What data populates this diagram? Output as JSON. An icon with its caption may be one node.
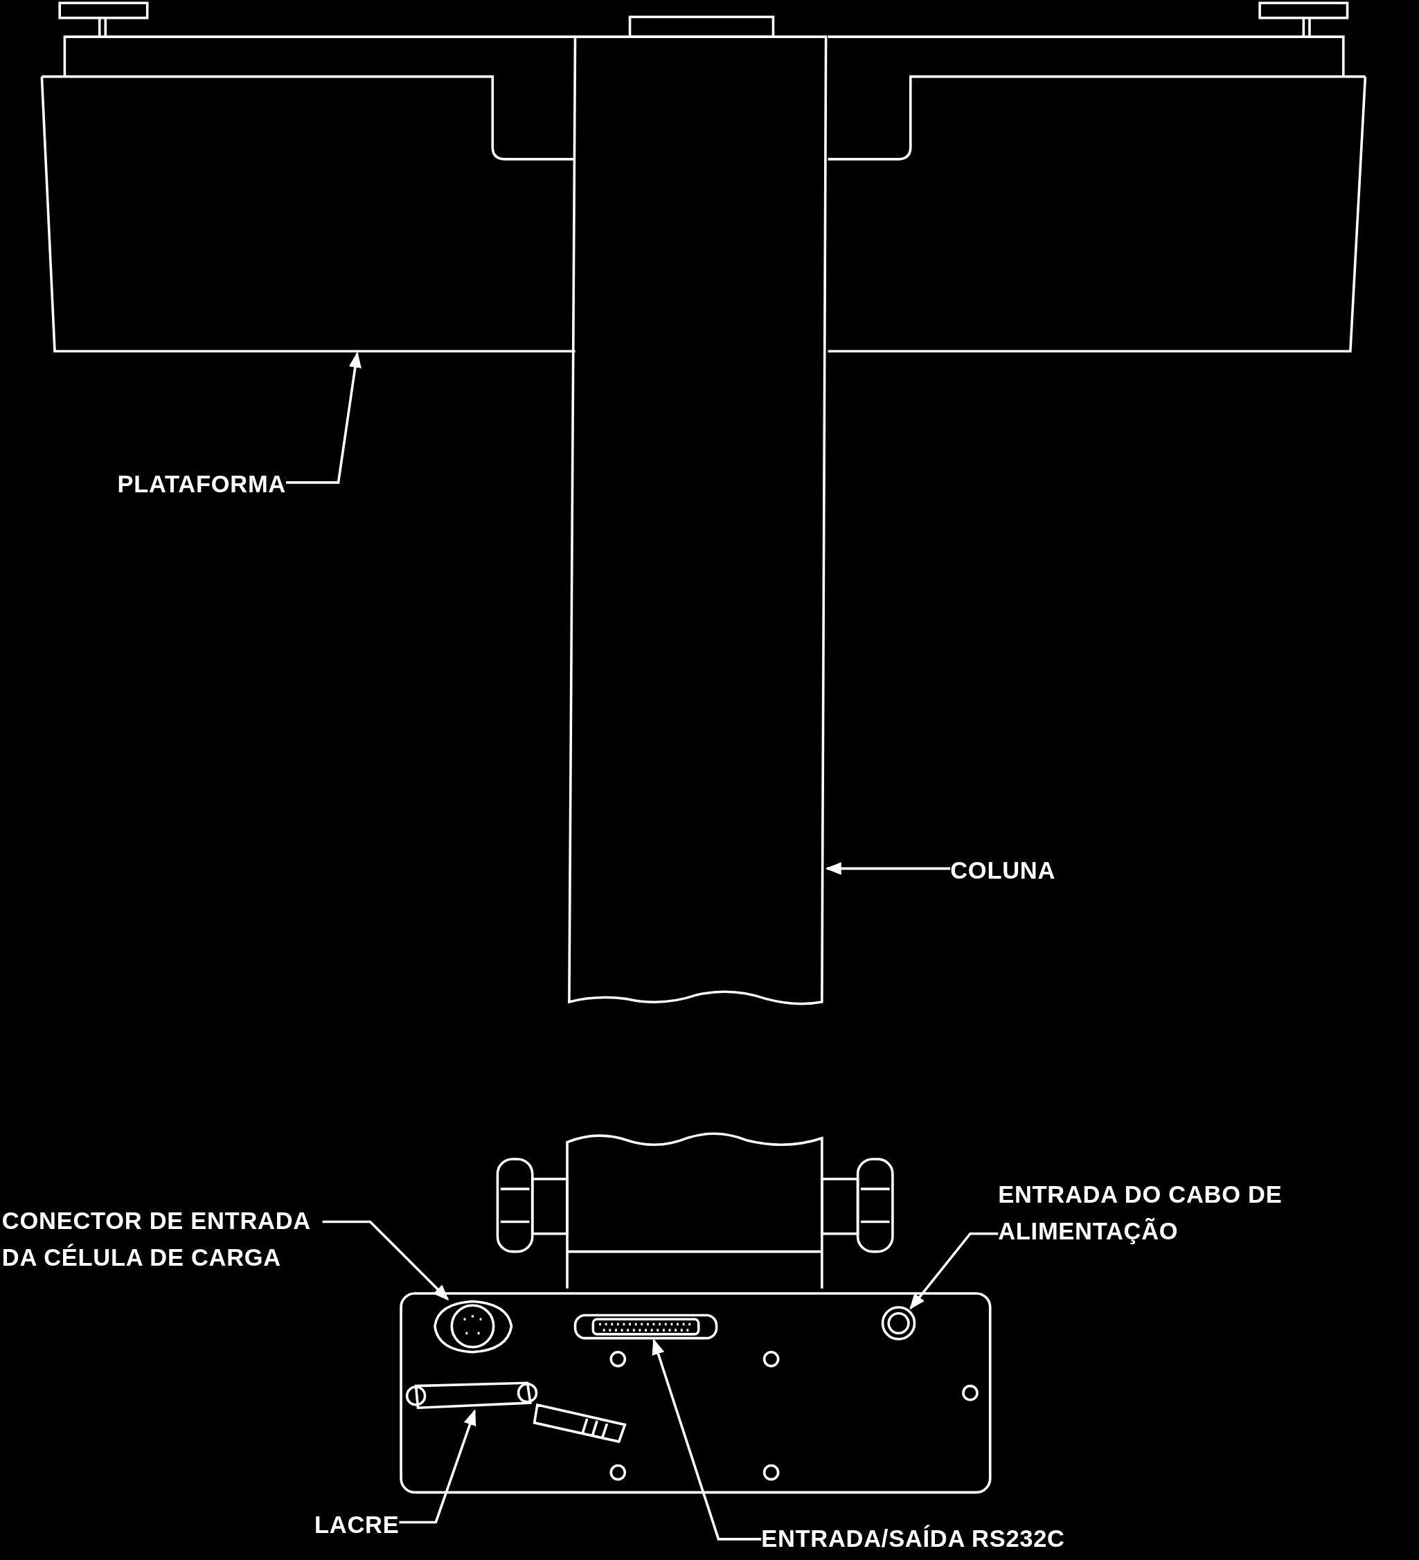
{
  "diagram": {
    "nodes": [
      {
        "text": [
          "PLATAFORMA"
        ]
      },
      {
        "text": [],
        "shape": "picture"
      },
      {
        "text": [
          "COLUNA"
        ]
      },
      {
        "text": [],
        "shape": "box"
      },
      {
        "text": [
          "CONECTOR DE ENTRADA DA CÉLULA DE CARGA"
        ]
      },
      {
        "text": [],
        "shape": "circle"
      },
      {
        "text": [
          "ENTRADA DO CABO DE ALIMENTAÇÃO"
        ]
      },
      {
        "text": [],
        "shape": "circle"
      },
      {
        "text": [
          "LACRE"
        ]
      },
      {
        "text": [],
        "shape": "picture"
      },
      {
        "text": [
          "ENTRADA/SAÍDA RS232C"
        ]
      },
      {
        "text": [],
        "shape": "box"
      }
    ],
    "edges": [
      {
        "from": 0,
        "to": 1,
        "arrow": "to"
      },
      {
        "from": 2,
        "to": 3,
        "arrow": "to"
      },
      {
        "from": 4,
        "to": 5,
        "arrow": "to"
      },
      {
        "from": 6,
        "to": 7,
        "arrow": "to"
      },
      {
        "from": 8,
        "to": 9,
        "arrow": "to"
      },
      {
        "from": 10,
        "to": 11,
        "arrow": "to"
      }
    ]
  }
}
